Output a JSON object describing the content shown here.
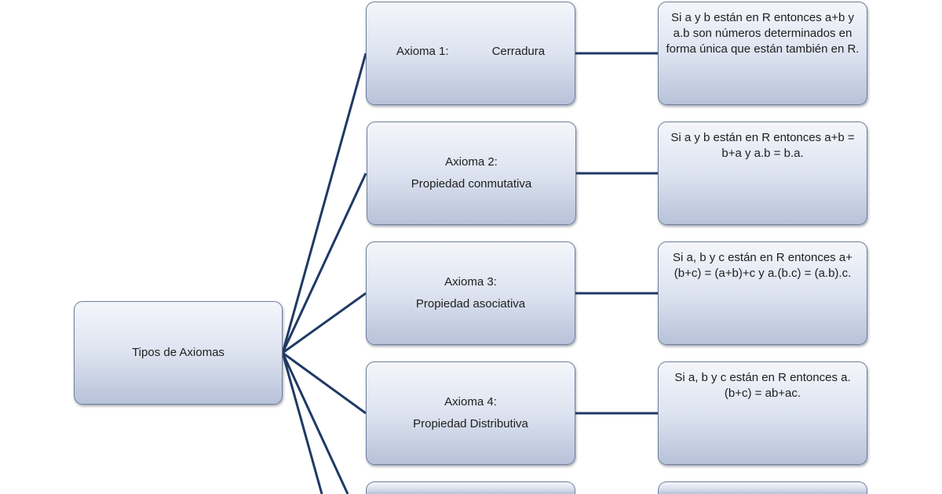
{
  "root": {
    "label": "Tipos de Axiomas"
  },
  "axioms": [
    {
      "title": "Axioma 1:",
      "name": "Cerradura",
      "description": "Si a y b están en R entonces a+b y a.b son números determinados en forma única que están también en R."
    },
    {
      "title": "Axioma 2:",
      "name": "Propiedad conmutativa",
      "description": "Si a y b están en R entonces a+b = b+a y a.b = b.a."
    },
    {
      "title": "Axioma 3:",
      "name": "Propiedad asociativa",
      "description": "Si a, b y c están en R entonces a+(b+c) = (a+b)+c y a.(b.c) = (a.b).c."
    },
    {
      "title": "Axioma 4:",
      "name": "Propiedad Distributiva",
      "description": "Si a, b y c están en R entonces a.(b+c) = ab+ac."
    }
  ],
  "colors": {
    "connector": "#1f3a64",
    "box_border": "#6f7f9c"
  }
}
